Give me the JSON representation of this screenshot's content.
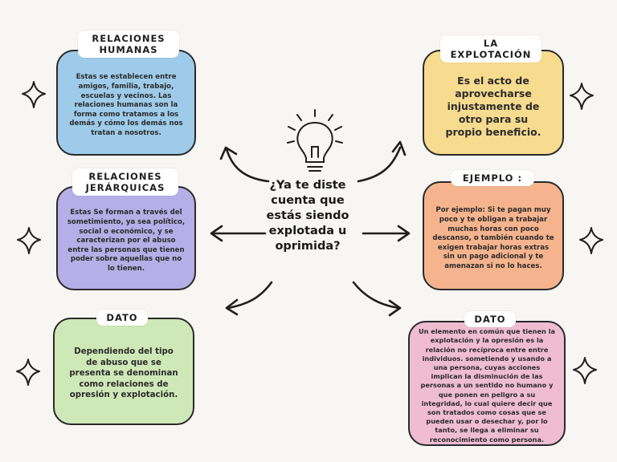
{
  "center": {
    "question": "¿Ya te diste cuenta que estás siendo explotada u oprimida?"
  },
  "boxes": {
    "relaciones_humanas": {
      "title": "RELACIONES HUMANAS",
      "text": "Estas se establecen entre amigos, familia, trabajo, escuelas y vecinos. Las relaciones humanas son la forma como tratamos a los demás y cómo los demás nos tratan a nosotros.",
      "color": "#9ecbea"
    },
    "relaciones_jerarquicas": {
      "title": "RELACIONES JERÁRQUICAS",
      "text": "Estas Se forman a través del sometimiento, ya sea político, social o económico, y se caracterizan por el abuso entre las personas que tienen poder sobre aquellas que no lo tienen.",
      "color": "#b6aee6"
    },
    "dato_left": {
      "title": "DATO",
      "text": "Dependiendo del tipo de abuso que se presenta se denominan como relaciones de opresión y explotación.",
      "color": "#cfe8b7"
    },
    "explotacion": {
      "title": "LA EXPLOTACIÓN",
      "text": "Es el acto de aprovecharse injustamente de otro para su propio beneficio.",
      "color": "#f7db8f"
    },
    "ejemplo": {
      "title": "EJEMPLO :",
      "text": "Por ejemplo: Si te pagan muy poco y te obligan a trabajar muchas horas con poco descanso, o también cuando te exigen trabajar horas extras sin un pago adicional y te amenazan si no lo haces.",
      "color": "#f5b48d"
    },
    "dato_right": {
      "title": "DATO",
      "text": "Un elemento en común que tienen la explotación y la opresión es la relación no recíproca entre entre individuos. sometiendo y usando a una persona, cuyas acciones implican la disminución de las personas a un sentido no humano y que ponen en peligro a su integridad, lo cual quiere decir que son tratados como cosas que se pueden usar o desechar y, por lo tanto, se llega a eliminar su reconocimiento como persona.",
      "color": "#efbcd2"
    }
  }
}
